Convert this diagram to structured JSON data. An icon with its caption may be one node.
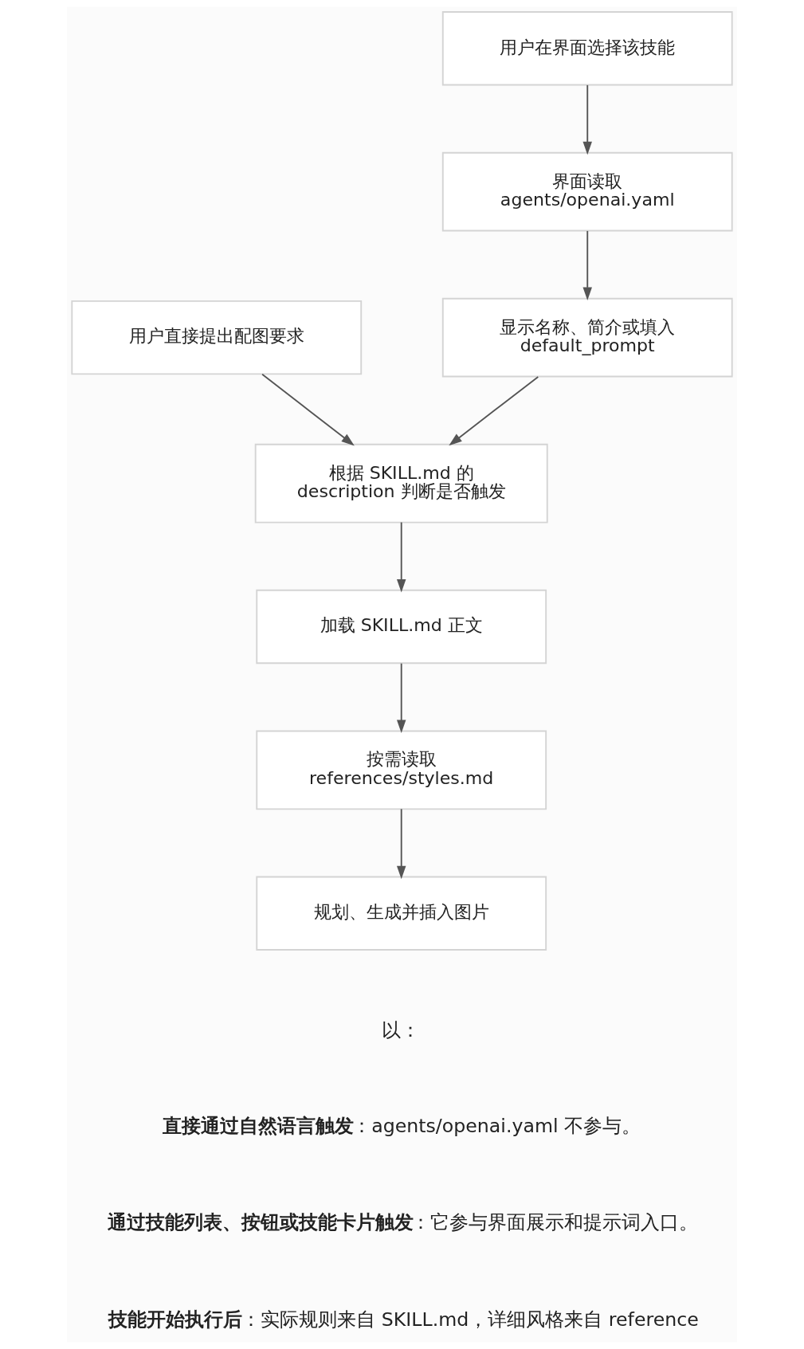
{
  "diagram": {
    "nodes": [
      {
        "text": [
          "用户在界面选择该技能"
        ]
      },
      {
        "text": [
          "界面读取 agents/openai.yaml"
        ]
      },
      {
        "text": [
          "显示名称、简介或填入 default_prompt"
        ]
      },
      {
        "text": [
          "用户直接提出配图要求"
        ]
      },
      {
        "text": [
          "根据 SKILL.md 的 description 判断是否触发"
        ]
      },
      {
        "text": [
          "加载 SKILL.md 正文"
        ]
      },
      {
        "text": [
          "按需读取 references/styles.md"
        ]
      },
      {
        "text": [
          "规划、生成并插入图片"
        ]
      }
    ],
    "edges": [
      {
        "from": 0,
        "to": 1,
        "arrow": "to"
      },
      {
        "from": 1,
        "to": 2,
        "arrow": "to"
      },
      {
        "from": 3,
        "to": 4,
        "arrow": "to"
      },
      {
        "from": 2,
        "to": 4,
        "arrow": "to"
      },
      {
        "from": 4,
        "to": 5,
        "arrow": "to"
      },
      {
        "from": 5,
        "to": 6,
        "arrow": "to"
      },
      {
        "from": 6,
        "to": 7,
        "arrow": "to"
      }
    ],
    "labels": [
      "以：",
      "**直接通过自然语言触发**：agents/openai.yaml 不参与。",
      "**通过技能列表、按钮或技能卡片触发**：它参与界面展示和提示词入口。",
      "**技能开始执行后**：实际规则来自 SKILL.md，详细风格来自 reference"
    ]
  }
}
